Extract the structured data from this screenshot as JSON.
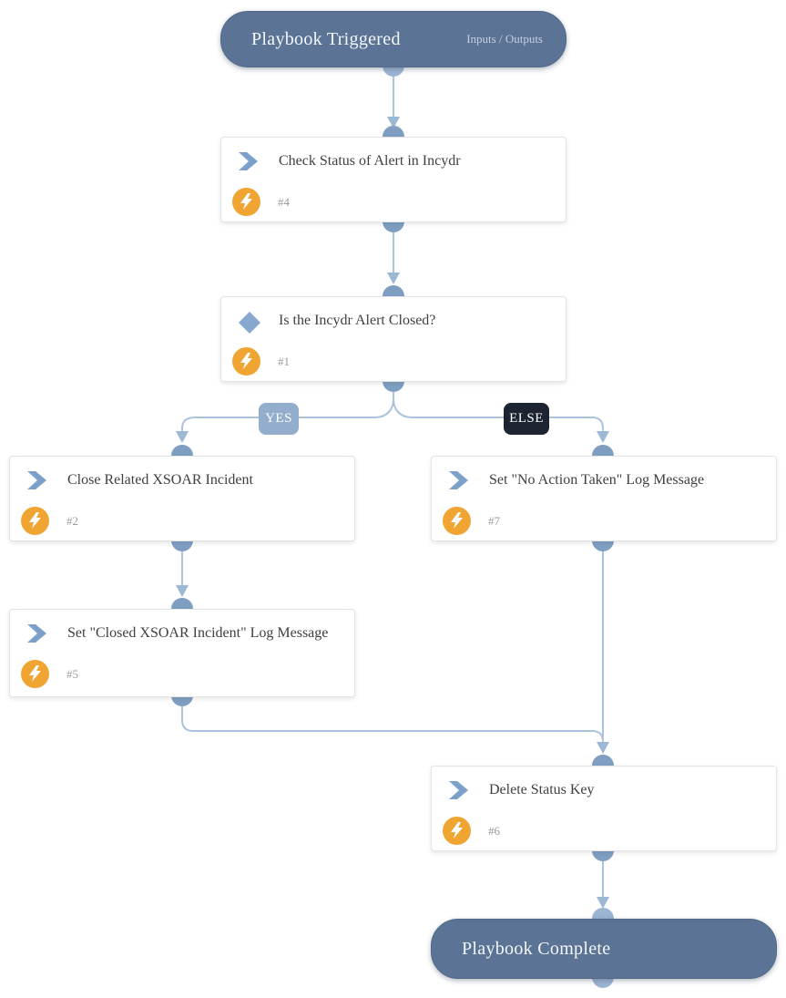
{
  "playbook": {
    "trigger": {
      "title": "Playbook Triggered",
      "io_label": "Inputs / Outputs"
    },
    "complete": {
      "title": "Playbook Complete"
    },
    "branches": {
      "yes_label": "YES",
      "else_label": "ELSE"
    },
    "nodes": [
      {
        "type": "task",
        "title": "Check Status of Alert in Incydr",
        "number": "#4"
      },
      {
        "type": "condition",
        "title": "Is the Incydr Alert Closed?",
        "number": "#1"
      },
      {
        "type": "task",
        "title": "Close Related XSOAR Incident",
        "number": "#2"
      },
      {
        "type": "task",
        "title": "Set \"No Action Taken\" Log Message",
        "number": "#7"
      },
      {
        "type": "task",
        "title": "Set \"Closed XSOAR Incident\" Log Message",
        "number": "#5"
      },
      {
        "type": "task",
        "title": "Delete Status Key",
        "number": "#6"
      }
    ],
    "colors": {
      "pill_bg": "#5b7496",
      "connector_line": "#abc3dc",
      "connector_arrow": "#9cb8d5",
      "card_bump": "#7f9ec2",
      "pill_bump": "#9bb5d3",
      "task_icon": "#7ba1cb",
      "condition_icon": "#86a8ce",
      "bolt_bg": "#f0a532",
      "yes_badge_bg": "#93aecd",
      "else_badge_bg": "#1b2430",
      "title_text": "#3f3f3f",
      "number_text": "#9b9b9b"
    }
  }
}
